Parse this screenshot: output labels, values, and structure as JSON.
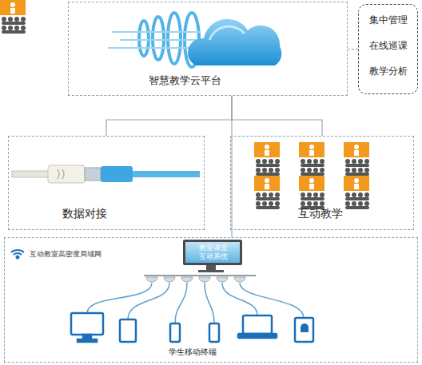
{
  "diagram": {
    "nodes": [
      {
        "text": [
          "智慧教学云平台"
        ]
      },
      {
        "text": [
          "集中管理",
          "在线巡课",
          "教学分析"
        ]
      },
      {
        "text": [
          "数据对接"
        ]
      },
      {
        "text": [
          "互动教学"
        ]
      },
      {
        "text": [
          "互动教室高密度局域网",
          "学生移动终端"
        ]
      },
      {
        "text": [
          "教室课堂 互动系统"
        ],
        "in": 4
      }
    ],
    "edges": [
      {
        "from": 0,
        "to": 1,
        "arrow": "none"
      },
      {
        "from": 0,
        "to": 2,
        "arrow": "none"
      },
      {
        "from": 0,
        "to": 3,
        "arrow": "none"
      },
      {
        "from": 0,
        "to": 4,
        "arrow": "none"
      }
    ]
  }
}
